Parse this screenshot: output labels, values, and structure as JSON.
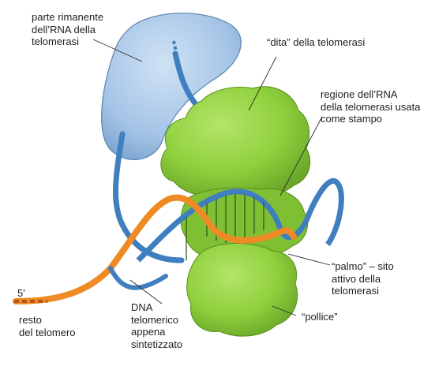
{
  "labels": {
    "rna_remaining": "parte rimanente\ndell’RNA della\ntelomerasi",
    "fingers": "“dita” della telomerasi",
    "rna_template": "regione dell’RNA\ndella telomerasi usata\ncome stampo",
    "palm": "“palmo” – sito\nattivo della\ntelomerasi",
    "thumb": "“pollice”",
    "five_prime": "5′",
    "telomere_rest": "resto\ndel telomero",
    "new_dna": "DNA\ntelomerico\nappena\nsintetizzato"
  },
  "colors": {
    "protein_green": "#8fd03c",
    "protein_dark": "#5a8f1c",
    "rna_blue": "#3f7fc0",
    "rna_body": "#a9c8e8",
    "dna_orange": "#ef8a24",
    "leader_line": "#2a2a2a"
  }
}
